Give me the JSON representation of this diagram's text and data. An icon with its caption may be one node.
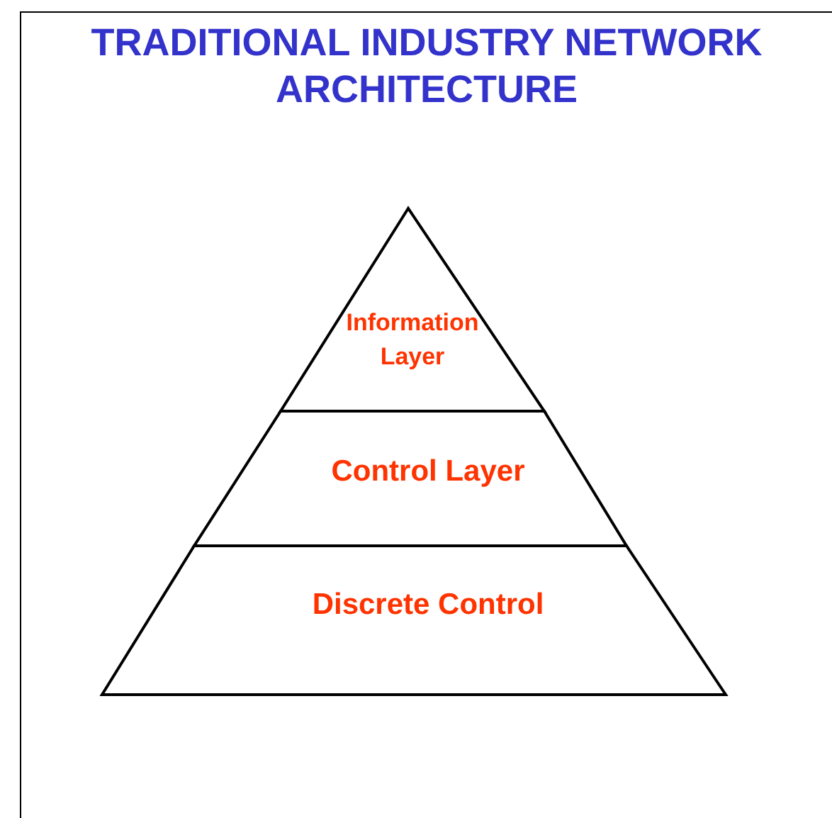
{
  "diagram": {
    "title": "TRADITIONAL INDUSTRY NETWORK ARCHITECTURE",
    "nodes": [
      {
        "text": [
          "Information Layer"
        ]
      },
      {
        "text": [
          "Control Layer"
        ]
      },
      {
        "text": [
          "Discrete Control"
        ]
      }
    ]
  }
}
